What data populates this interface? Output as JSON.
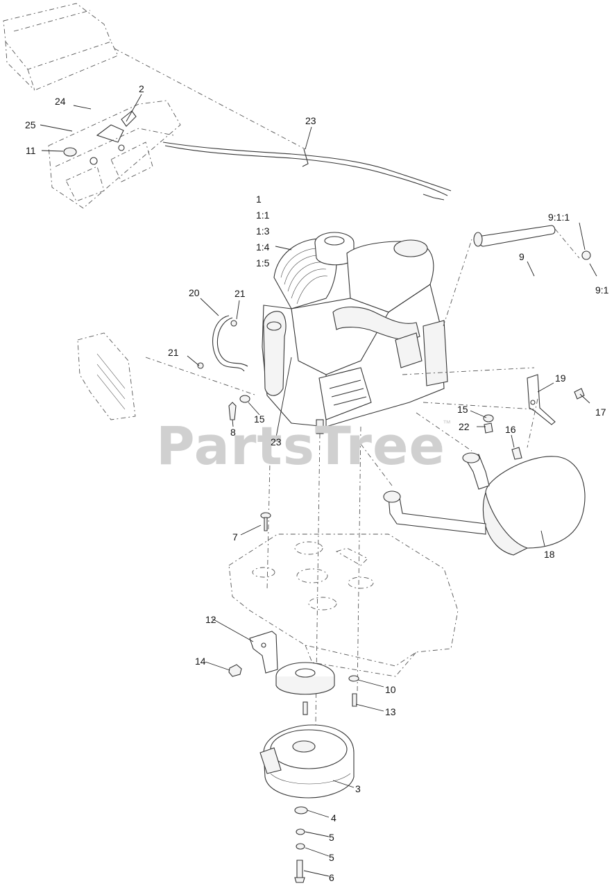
{
  "watermark": {
    "text": "PartsTree",
    "trademark": "™"
  },
  "callouts": [
    {
      "id": "c-2",
      "text": "2"
    },
    {
      "id": "c-24",
      "text": "24"
    },
    {
      "id": "c-25",
      "text": "25"
    },
    {
      "id": "c-11",
      "text": "11"
    },
    {
      "id": "c-23a",
      "text": "23"
    },
    {
      "id": "c-1",
      "text": "1"
    },
    {
      "id": "c-1-1",
      "text": "1:1"
    },
    {
      "id": "c-1-3",
      "text": "1:3"
    },
    {
      "id": "c-1-4",
      "text": "1:4"
    },
    {
      "id": "c-1-5",
      "text": "1:5"
    },
    {
      "id": "c-9-1-1",
      "text": "9:1:1"
    },
    {
      "id": "c-9",
      "text": "9"
    },
    {
      "id": "c-9-1",
      "text": "9:1"
    },
    {
      "id": "c-20",
      "text": "20"
    },
    {
      "id": "c-21a",
      "text": "21"
    },
    {
      "id": "c-21b",
      "text": "21"
    },
    {
      "id": "c-19",
      "text": "19"
    },
    {
      "id": "c-17",
      "text": "17"
    },
    {
      "id": "c-15a",
      "text": "15"
    },
    {
      "id": "c-22",
      "text": "22"
    },
    {
      "id": "c-16",
      "text": "16"
    },
    {
      "id": "c-15b",
      "text": "15"
    },
    {
      "id": "c-8",
      "text": "8"
    },
    {
      "id": "c-23b",
      "text": "23"
    },
    {
      "id": "c-7",
      "text": "7"
    },
    {
      "id": "c-18",
      "text": "18"
    },
    {
      "id": "c-12",
      "text": "12"
    },
    {
      "id": "c-14",
      "text": "14"
    },
    {
      "id": "c-10",
      "text": "10"
    },
    {
      "id": "c-13",
      "text": "13"
    },
    {
      "id": "c-3",
      "text": "3"
    },
    {
      "id": "c-4",
      "text": "4"
    },
    {
      "id": "c-5a",
      "text": "5"
    },
    {
      "id": "c-5b",
      "text": "5"
    },
    {
      "id": "c-6",
      "text": "6"
    }
  ]
}
